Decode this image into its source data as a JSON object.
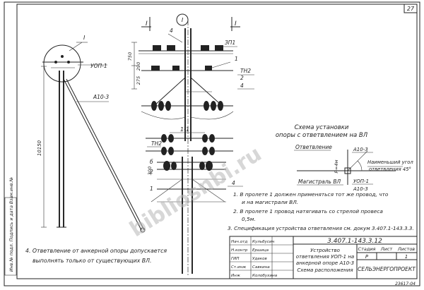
{
  "sheet": {
    "number": "27",
    "bottom_code": "23617-04"
  },
  "drawing": {
    "circle_label": "I",
    "section_marks": [
      "I",
      "I"
    ],
    "left_sketch": {
      "detail_mark": "I",
      "label_uop": "УОП-1",
      "label_pole": "А10-3",
      "dim_height": "10150"
    },
    "center_labels": {
      "a": "4",
      "b": "ЗП1",
      "c": "1",
      "d": "ТН2",
      "e": "2",
      "f": "4",
      "g": "1-1",
      "h": "ТН2",
      "i": "б",
      "j": "2",
      "k": "1",
      "l": "4",
      "dim_750": "750",
      "dim_290": "290",
      "dim_275": "275",
      "dim_300": "300"
    },
    "scheme": {
      "title_line1": "Схема установки",
      "title_line2": "опоры с ответвлением на ВЛ",
      "label_branch": "Ответвление",
      "label_a103_top": "А10-3",
      "label_angle_1": "Наименьший угол",
      "label_angle_2": "ответвления 45°",
      "label_main": "Магистраль ВЛ",
      "label_uop": "УОП-1",
      "label_a103_bottom": "А10-3",
      "dim_r": "R=4м"
    }
  },
  "notes": [
    "1. В пролете 1 должен применяться тот же провод, что",
    "и на магистрали ВЛ.",
    "2. В пролете 1 провод натягивать со стрелой провеса",
    "0,5м.",
    "3. Спецификация  устройства  ответвления см. докум 3.407.1-143.3.3.",
    "4. Ответвление  от  анкерной  опоры  допускается",
    "выполнять  только от  существующих  ВЛ."
  ],
  "stamp": {
    "doc_code": "3.407.1-143.3.12",
    "title_1": "Устройство",
    "title_2": "ответвления УОП-1 на",
    "title_3": "анкерной опоре А10-3",
    "title_4": "Схема расположения",
    "col_stage": "Стадия",
    "col_sheet": "Лист",
    "col_sheets": "Листов",
    "stage_val": "Р",
    "sheet_val": "",
    "sheets_val": "1",
    "org": "СЕЛЬЭНЕРГОПРОЕКТ",
    "roles": [
      "Нач.отд",
      "Н.контр",
      "ГИП",
      "Ст.инж",
      "Инж"
    ],
    "names": [
      "Кульбусин",
      "Ершица",
      "Удаков",
      "Савкина",
      "Колобухина"
    ]
  },
  "side_stamp": "Инв.№ подл. Подпись и дата Взам.инв.№",
  "watermark": "bibliosnbi.ru"
}
